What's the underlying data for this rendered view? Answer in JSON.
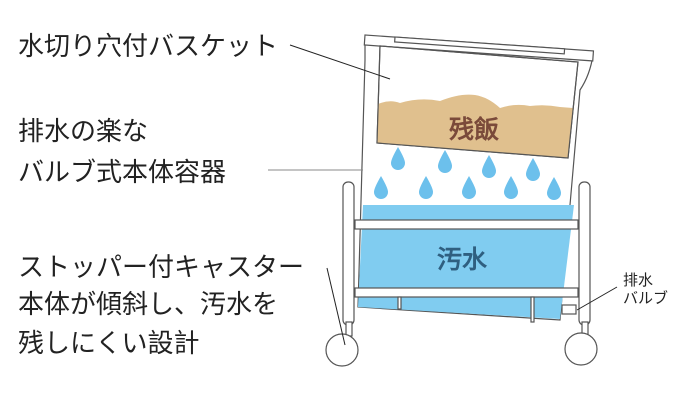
{
  "labels": {
    "basket": "水切り穴付バスケット",
    "container_line1": "排水の楽な",
    "container_line2": "バルブ式本体容器",
    "caster_line1": "ストッパー付キャスター",
    "caster_line2": "本体が傾斜し、汚水を",
    "caster_line3": "残しにくい設計",
    "valve_line1": "排水",
    "valve_line2": "バルブ"
  },
  "diagram": {
    "food_label": "残飯",
    "water_label": "汚水"
  },
  "colors": {
    "food": "#e0c08e",
    "food_text": "#7a4a3a",
    "water": "#80ccf0",
    "water_text": "#2f5f80",
    "drop": "#6cc0ec"
  }
}
